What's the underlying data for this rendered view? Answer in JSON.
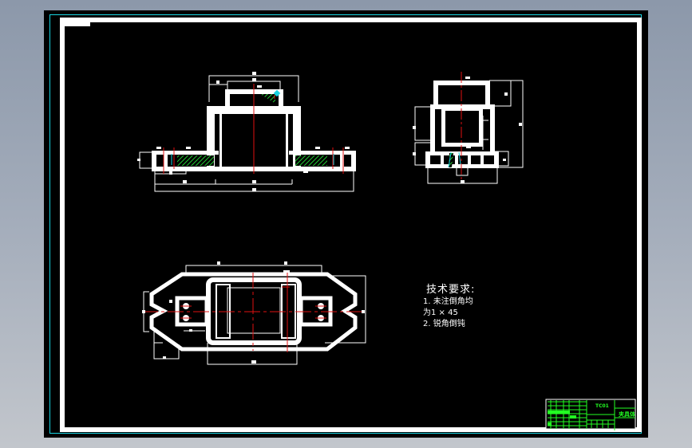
{
  "window": {
    "background_top": "#8c98aa",
    "background_bottom": "#c2c6cc",
    "canvas_color": "#000000"
  },
  "technical_requirements": {
    "title": "技术要求:",
    "items": [
      "1. 未注倒角均",
      "为1 × 45",
      "2. 锐角倒钝"
    ]
  },
  "title_block": {
    "drawing_code": "TC01",
    "part_name": "夹具体",
    "line_color": "#22ff22"
  },
  "colors": {
    "frame_cyan": "#19d3e0",
    "centerline_red": "#e01010",
    "hatch_green": "#22cc33",
    "outline_white": "#ffffff"
  }
}
